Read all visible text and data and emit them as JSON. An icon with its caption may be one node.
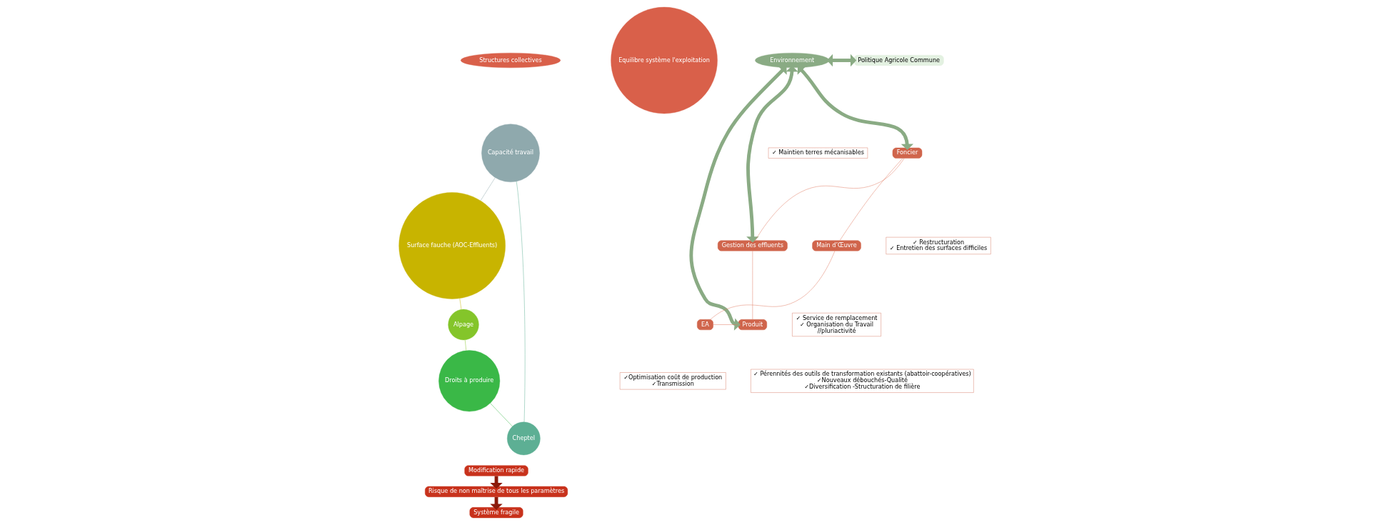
{
  "diagram": {
    "nodes": [
      {
        "text": [
          "Structures collectives"
        ]
      },
      {
        "text": [
          "Surface fauche (AOC-Effluents)"
        ]
      },
      {
        "text": [
          "Capacité travail"
        ]
      },
      {
        "text": [
          "Equilibre système l'exploitation"
        ]
      },
      {
        "text": [
          "Alpage"
        ]
      },
      {
        "text": [
          "Cheptel"
        ]
      },
      {
        "text": [
          "Droits à produire"
        ]
      },
      {
        "text": [
          "Modification rapide"
        ]
      },
      {
        "text": [
          "Risque de non maîtrise de tous les paramètres"
        ]
      },
      {
        "text": [
          "Système fragile"
        ]
      },
      {
        "text": [
          "Politique Agricole Commune"
        ]
      },
      {
        "text": [
          "Environnement"
        ]
      },
      {
        "text": [
          "Foncier"
        ]
      },
      {
        "text": [
          "✓ Restructuration",
          "✓ Entretien des surfaces difficiles"
        ]
      },
      {
        "text": [
          "✓ Maintien terres mécanisables"
        ]
      },
      {
        "text": [
          "Main d’Œuvre"
        ]
      },
      {
        "text": [
          "✓ Service de remplacement",
          "✓ Organisation du Travail",
          "//pluriactivité"
        ]
      },
      {
        "text": [
          "Gestion des effluents"
        ]
      },
      {
        "text": [
          "Produit"
        ]
      },
      {
        "text": [
          "EA"
        ]
      },
      {
        "text": [
          "✓Optimisation coût de production",
          "✓Transmission"
        ]
      },
      {
        "text": [
          "✓ Pérennités des outils de transformation existants (abattoir-coopératives)",
          "✓Nouveaux débouchés-Qualité",
          "✓Diversification -Structuration de filière"
        ]
      }
    ],
    "edges": [
      {
        "from": 1,
        "to": 4,
        "arrow": "none",
        "color": "#c8b400"
      },
      {
        "from": 4,
        "to": 6,
        "arrow": "none",
        "color": "#84c52a"
      },
      {
        "from": 6,
        "to": 5,
        "arrow": "none",
        "color": "#3ab847"
      },
      {
        "from": 5,
        "to": 2,
        "arrow": "none",
        "color": "#5daf94"
      },
      {
        "from": 2,
        "to": 1,
        "arrow": "none",
        "color": "#8fa9ad"
      },
      {
        "from": 7,
        "to": 8,
        "arrow": "to",
        "style": "thick",
        "color": "#8b1a0a"
      },
      {
        "from": 8,
        "to": 9,
        "arrow": "to",
        "style": "thick",
        "color": "#8b1a0a"
      },
      {
        "from": 11,
        "to": 10,
        "arrow": "both",
        "style": "thick",
        "color": "#8aab84"
      },
      {
        "from": 11,
        "to": 12,
        "arrow": "both",
        "style": "thick",
        "color": "#8aab84"
      },
      {
        "from": 11,
        "to": 17,
        "arrow": "both",
        "style": "thick",
        "color": "#8aab84"
      },
      {
        "from": 11,
        "to": 18,
        "arrow": "both",
        "style": "thick",
        "color": "#8aab84"
      },
      {
        "from": 12,
        "to": 15,
        "arrow": "none"
      },
      {
        "from": 15,
        "to": 19,
        "arrow": "none"
      },
      {
        "from": 19,
        "to": 18,
        "arrow": "none"
      },
      {
        "from": 18,
        "to": 17,
        "arrow": "none"
      },
      {
        "from": 17,
        "to": 12,
        "arrow": "none"
      }
    ]
  }
}
